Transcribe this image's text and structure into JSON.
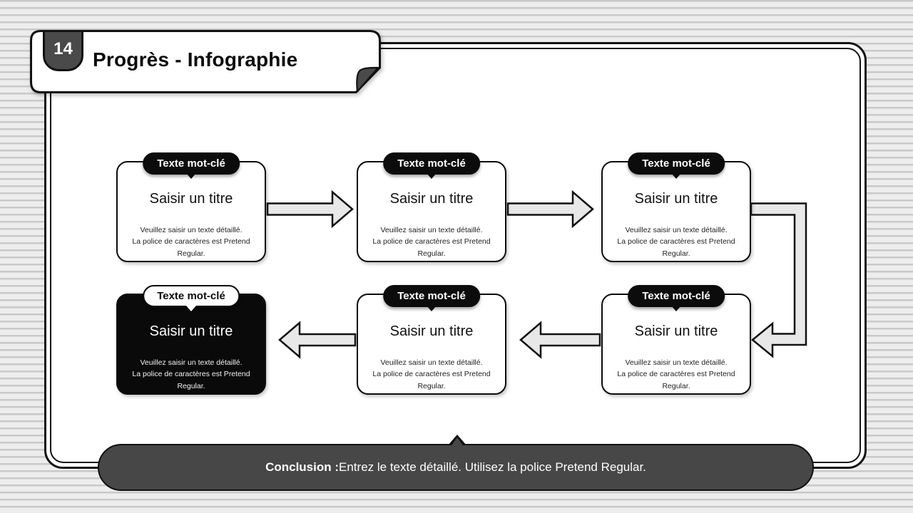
{
  "slide": {
    "number": "14",
    "title": "Progrès - Infographie"
  },
  "cards": [
    {
      "keyword": "Texte mot-clé",
      "title": "Saisir un titre",
      "desc_line1": "Veuillez saisir un texte détaillé.",
      "desc_line2": "La police de caractères est Pretend Regular.",
      "variant": "light"
    },
    {
      "keyword": "Texte mot-clé",
      "title": "Saisir un titre",
      "desc_line1": "Veuillez saisir un texte détaillé.",
      "desc_line2": "La police de caractères est Pretend Regular.",
      "variant": "light"
    },
    {
      "keyword": "Texte mot-clé",
      "title": "Saisir un titre",
      "desc_line1": "Veuillez saisir un texte détaillé.",
      "desc_line2": "La police de caractères est Pretend Regular.",
      "variant": "light"
    },
    {
      "keyword": "Texte mot-clé",
      "title": "Saisir un titre",
      "desc_line1": "Veuillez saisir un texte détaillé.",
      "desc_line2": "La police de caractères est Pretend Regular.",
      "variant": "light"
    },
    {
      "keyword": "Texte mot-clé",
      "title": "Saisir un titre",
      "desc_line1": "Veuillez saisir un texte détaillé.",
      "desc_line2": "La police de caractères est Pretend Regular.",
      "variant": "light"
    },
    {
      "keyword": "Texte mot-clé",
      "title": "Saisir un titre",
      "desc_line1": "Veuillez saisir un texte détaillé.",
      "desc_line2": "La police de caractères est Pretend Regular.",
      "variant": "dark"
    }
  ],
  "conclusion": {
    "label": "Conclusion :",
    "text": "Entrez le texte détaillé. Utilisez la police Pretend Regular."
  },
  "colors": {
    "accent_dark": "#4a4a4a",
    "black": "#0c0c0c",
    "arrow_fill": "#e8e8e8",
    "stripe_light": "#ededed",
    "stripe_dark": "#c9c9c9"
  }
}
